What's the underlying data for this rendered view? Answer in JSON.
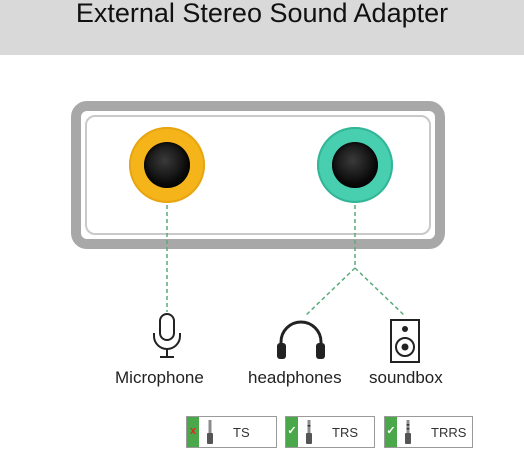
{
  "banner": {
    "title": "External Stereo Sound Adapter"
  },
  "ports": [
    {
      "name": "microphone-jack",
      "color": "#f6b41b"
    },
    {
      "name": "headphone-jack",
      "color": "#47cfb0"
    }
  ],
  "devices": {
    "microphone": {
      "label": "Microphone",
      "icon": "microphone-icon"
    },
    "headphones": {
      "label": "headphones",
      "icon": "headphones-icon"
    },
    "soundbox": {
      "label": "soundbox",
      "icon": "speaker-icon"
    }
  },
  "compatibility": [
    {
      "label": "TS",
      "supported": false,
      "mark": "x"
    },
    {
      "label": "TRS",
      "supported": true,
      "mark": "✓"
    },
    {
      "label": "TRRS",
      "supported": true,
      "mark": "✓"
    }
  ],
  "colors": {
    "line": "#5aaa7c",
    "badge_ok": "#4aa84a",
    "badge_no": "#d92b1c"
  }
}
